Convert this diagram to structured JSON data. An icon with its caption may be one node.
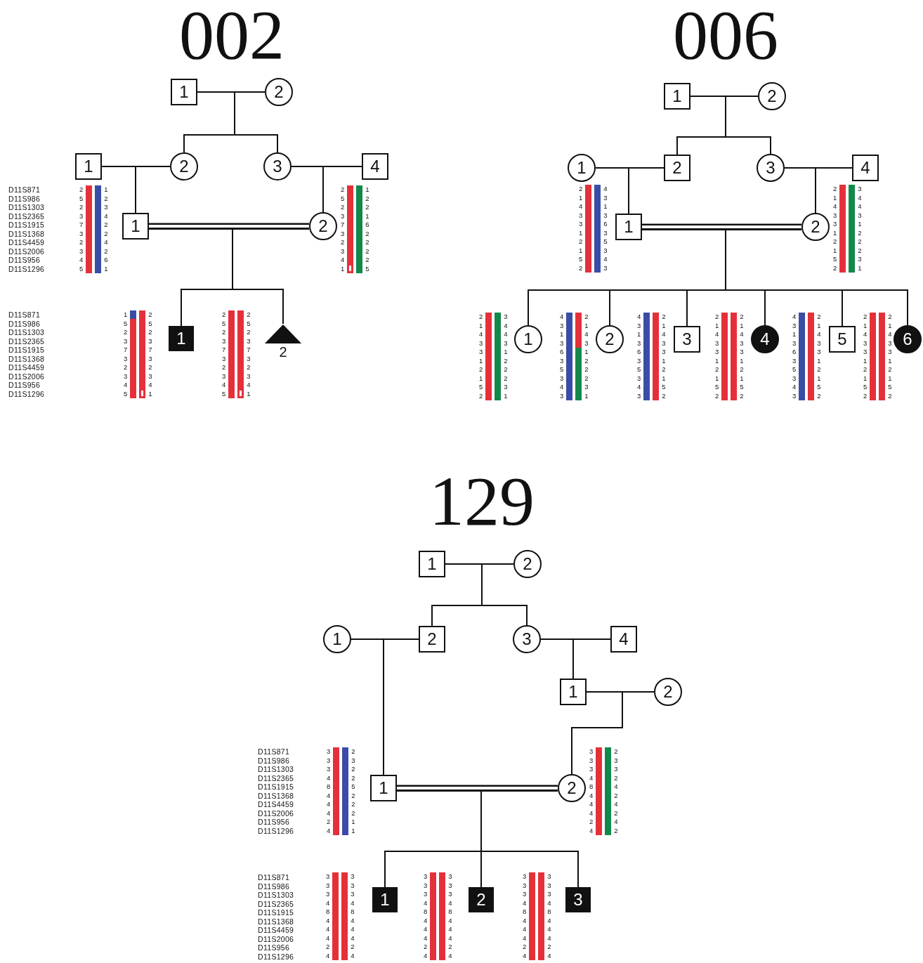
{
  "diagram": {
    "nodes": [
      {
        "text": [
          "1"
        ]
      },
      {
        "text": [
          "2"
        ]
      },
      {
        "text": [
          "1"
        ]
      },
      {
        "text": [
          "2"
        ]
      },
      {
        "text": [
          "3"
        ]
      },
      {
        "text": [
          "4"
        ]
      },
      {
        "text": [
          "1"
        ]
      },
      {
        "text": [
          "2"
        ]
      },
      {
        "text": [
          "1"
        ]
      },
      {
        "text": [
          "2"
        ]
      },
      {
        "text": [
          "1"
        ]
      },
      {
        "text": [
          "2"
        ]
      },
      {
        "text": [
          "1"
        ]
      },
      {
        "text": [
          "2"
        ]
      },
      {
        "text": [
          "3"
        ]
      },
      {
        "text": [
          "4"
        ]
      },
      {
        "text": [
          "1"
        ]
      },
      {
        "text": [
          "2"
        ]
      },
      {
        "text": [
          "1"
        ]
      },
      {
        "text": [
          "2"
        ]
      },
      {
        "text": [
          "3"
        ]
      },
      {
        "text": [
          "4"
        ]
      },
      {
        "text": [
          "5"
        ]
      },
      {
        "text": [
          "6"
        ]
      },
      {
        "text": [
          "1"
        ]
      },
      {
        "text": [
          "2"
        ]
      },
      {
        "text": [
          "1"
        ]
      },
      {
        "text": [
          "2"
        ]
      },
      {
        "text": [
          "3"
        ]
      },
      {
        "text": [
          "4"
        ]
      },
      {
        "text": [
          "1"
        ]
      },
      {
        "text": [
          "2"
        ]
      },
      {
        "text": [
          "1"
        ]
      },
      {
        "text": [
          "2"
        ]
      },
      {
        "text": [
          "1"
        ]
      },
      {
        "text": [
          "2"
        ]
      },
      {
        "text": [
          "3"
        ]
      }
    ],
    "edges": [
      {
        "from": 0,
        "to": 1,
        "arrow": "none"
      },
      {
        "from": 0,
        "to": 3,
        "arrow": "none"
      },
      {
        "from": 1,
        "to": 3,
        "arrow": "none"
      },
      {
        "from": 0,
        "to": 4,
        "arrow": "none"
      },
      {
        "from": 1,
        "to": 4,
        "arrow": "none"
      },
      {
        "from": 2,
        "to": 3,
        "arrow": "none"
      },
      {
        "from": 2,
        "to": 6,
        "arrow": "none"
      },
      {
        "from": 3,
        "to": 6,
        "arrow": "none"
      },
      {
        "from": 4,
        "to": 5,
        "arrow": "none"
      },
      {
        "from": 4,
        "to": 7,
        "arrow": "none"
      },
      {
        "from": 5,
        "to": 7,
        "arrow": "none"
      },
      {
        "from": 6,
        "to": 7,
        "arrow": "none",
        "style": "thick"
      },
      {
        "from": 6,
        "to": 8,
        "arrow": "none"
      },
      {
        "from": 7,
        "to": 8,
        "arrow": "none"
      },
      {
        "from": 6,
        "to": 9,
        "arrow": "none"
      },
      {
        "from": 7,
        "to": 9,
        "arrow": "none"
      },
      {
        "from": 10,
        "to": 11,
        "arrow": "none"
      },
      {
        "from": 10,
        "to": 13,
        "arrow": "none"
      },
      {
        "from": 11,
        "to": 13,
        "arrow": "none"
      },
      {
        "from": 10,
        "to": 14,
        "arrow": "none"
      },
      {
        "from": 11,
        "to": 14,
        "arrow": "none"
      },
      {
        "from": 12,
        "to": 13,
        "arrow": "none"
      },
      {
        "from": 12,
        "to": 16,
        "arrow": "none"
      },
      {
        "from": 13,
        "to": 16,
        "arrow": "none"
      },
      {
        "from": 14,
        "to": 15,
        "arrow": "none"
      },
      {
        "from": 14,
        "to": 17,
        "arrow": "none"
      },
      {
        "from": 15,
        "to": 17,
        "arrow": "none"
      },
      {
        "from": 16,
        "to": 17,
        "arrow": "none",
        "style": "thick"
      },
      {
        "from": 16,
        "to": 18,
        "arrow": "none"
      },
      {
        "from": 17,
        "to": 18,
        "arrow": "none"
      },
      {
        "from": 16,
        "to": 19,
        "arrow": "none"
      },
      {
        "from": 17,
        "to": 19,
        "arrow": "none"
      },
      {
        "from": 16,
        "to": 20,
        "arrow": "none"
      },
      {
        "from": 17,
        "to": 20,
        "arrow": "none"
      },
      {
        "from": 16,
        "to": 21,
        "arrow": "none"
      },
      {
        "from": 17,
        "to": 21,
        "arrow": "none"
      },
      {
        "from": 16,
        "to": 22,
        "arrow": "none"
      },
      {
        "from": 17,
        "to": 22,
        "arrow": "none"
      },
      {
        "from": 16,
        "to": 23,
        "arrow": "none"
      },
      {
        "from": 17,
        "to": 23,
        "arrow": "none"
      },
      {
        "from": 24,
        "to": 25,
        "arrow": "none"
      },
      {
        "from": 24,
        "to": 27,
        "arrow": "none"
      },
      {
        "from": 25,
        "to": 27,
        "arrow": "none"
      },
      {
        "from": 24,
        "to": 28,
        "arrow": "none"
      },
      {
        "from": 25,
        "to": 28,
        "arrow": "none"
      },
      {
        "from": 26,
        "to": 27,
        "arrow": "none"
      },
      {
        "from": 26,
        "to": 32,
        "arrow": "none"
      },
      {
        "from": 27,
        "to": 32,
        "arrow": "none"
      },
      {
        "from": 28,
        "to": 29,
        "arrow": "none"
      },
      {
        "from": 28,
        "to": 30,
        "arrow": "none"
      },
      {
        "from": 29,
        "to": 30,
        "arrow": "none"
      },
      {
        "from": 30,
        "to": 31,
        "arrow": "none"
      },
      {
        "from": 30,
        "to": 33,
        "arrow": "none"
      },
      {
        "from": 31,
        "to": 33,
        "arrow": "none"
      },
      {
        "from": 32,
        "to": 33,
        "arrow": "none",
        "style": "thick"
      },
      {
        "from": 32,
        "to": 34,
        "arrow": "none"
      },
      {
        "from": 33,
        "to": 34,
        "arrow": "none"
      },
      {
        "from": 32,
        "to": 35,
        "arrow": "none"
      },
      {
        "from": 33,
        "to": 35,
        "arrow": "none"
      },
      {
        "from": 32,
        "to": 36,
        "arrow": "none"
      },
      {
        "from": 33,
        "to": 36,
        "arrow": "none"
      }
    ],
    "labels": [
      "002",
      "006",
      "D11S871",
      "D11S986",
      "D11S1303",
      "D11S2365",
      "D11S1915",
      "D11S1368",
      "D11S4459",
      "D11S2006",
      "D11S956",
      "D11S1296",
      "2 5 2 3 7 3 2 3 4 5",
      "1 2 3 4 2 2 4 2 6 1",
      "2 5 2 3 7 3 2 3 4 1",
      "1 2 2 1 6 2 2 2 2 5",
      "2 1 4 3 3 1 2 1 5 2",
      "4 3 1 3 6 3 5 3 4 3",
      "2 1 4 3 3 1 2 1 5 2",
      "3 4 4 3 1 2 2 2 3 1",
      "D11S871",
      "D11S986",
      "D11S1303",
      "D11S2365",
      "D11S1915",
      "D11S1368",
      "D11S4459",
      "D11S2006",
      "D11S956",
      "D11S1296",
      "1 5 2 3 7 3 2 3 4 5",
      "2 5 2 3 7 3 2 3 4 1",
      "2 5 2 3 7 3 2 3 4 5",
      "2 5 2 3 7 3 2 3 4 1",
      "2 1 4 3 3 1 2 1 5 2",
      "3 4 4 3 1 2 2 2 3 1",
      "4 3 1 3 6 3 5 3 4 3",
      "2 1 4 3 1 2 2 2 3 1",
      "4 3 1 3 6 3 5 3 4 3",
      "2 1 4 3 3 1 2 1 5 2",
      "2 1 4 3 3 1 2 1 5 2",
      "2 1 4 3 3 1 2 1 5 2",
      "4 3 1 3 6 3 5 3 4 3",
      "2 1 4 3 3 1 2 1 5 2",
      "2 1 4 3 3 1 2 1 5 2",
      "2 1 4 3 3 1 2 1 5 2",
      "129",
      "D11S871",
      "D11S986",
      "D11S1303",
      "D11S2365",
      "D11S1915",
      "D11S1368",
      "D11S4459",
      "D11S2006",
      "D11S956",
      "D11S1296",
      "3 3 3 4 8 4 4 4 2 4",
      "2 3 2 2 5 2 2 2 1 1",
      "3 3 3 4 8 4 4 4 2 4",
      "2 3 3 2 4 2 4 2 4 2",
      "D11S871",
      "D11S986",
      "D11S1303",
      "D11S2365",
      "D11S1915",
      "D11S1368",
      "D11S4459",
      "D11S2006",
      "D11S956",
      "D11S1296",
      "3 3 3 4 8 4 4 4 2 4",
      "3 3 3 4 8 4 4 4 2 4",
      "3 3 3 4 8 4 4 4 2 4",
      "3 3 3 4 8 4 4 4 2 4",
      "3 3 3 4 8 4 4 4 2 4",
      "3 3 3 4 8 4 4 4 2 4"
    ]
  }
}
